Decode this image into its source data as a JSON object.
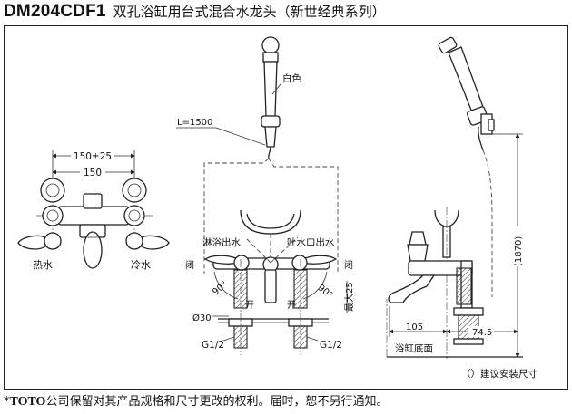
{
  "header": {
    "model": "DM204CDF1",
    "name": "双孔浴缸用台式混合水龙头（新世经典系列）"
  },
  "labels": {
    "dim_150_tol": "150±25",
    "dim_150": "150",
    "hot": "热水",
    "cold": "冷水",
    "white": "白色",
    "hose": "L=1500",
    "shower_out": "淋浴出水",
    "spout_out": "吐水口出水",
    "closed": "闭",
    "open": "开",
    "angle": "90°",
    "max25": "最大25",
    "dia30": "Ø30",
    "g12": "G1/2",
    "dim_105": "105",
    "dim_745": "74.5",
    "dim_1870": "(1870)",
    "tub_bottom": "浴缸底面",
    "install_note": "（）建议安装尺寸"
  },
  "footer": {
    "brand": "TOTO",
    "text": "公司保留对其产品规格和尺寸更改的权利。届时，恕不另行通知。"
  }
}
